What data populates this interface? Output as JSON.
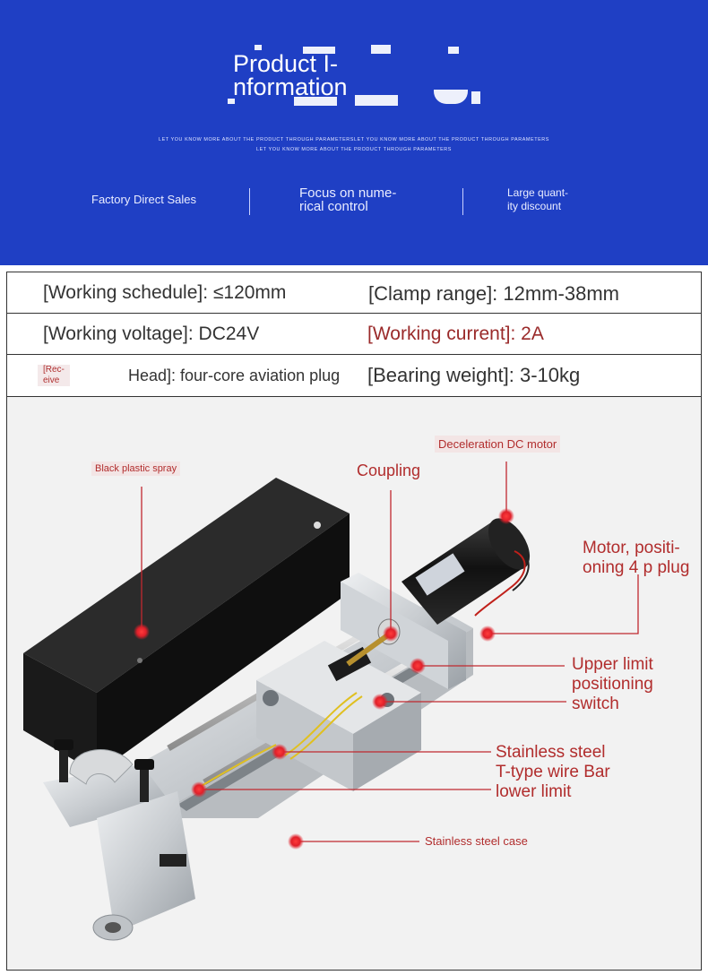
{
  "header": {
    "title_line1": "Product I-",
    "title_line2": "nformation",
    "tagline_1": "LET YOU KNOW MORE ABOUT THE PRODUCT THROUGH PARAMETERSLET YOU KNOW MORE ABOUT THE PRODUCT THROUGH PARAMETERS",
    "tagline_2": "LET YOU KNOW MORE ABOUT THE PRODUCT THROUGH PARAMETERS",
    "features": {
      "factory": "Factory Direct Sales",
      "numerical_line1": "Focus on nume-",
      "numerical_line2": "rical control",
      "discount_line1": "Large quant-",
      "discount_line2": "ity discount"
    }
  },
  "specs": {
    "working_schedule": "[Working schedule]: ≤120mm",
    "clamp_range": "[Clamp range]: 12mm-38mm",
    "working_voltage": "[Working voltage]: DC24V",
    "working_current": "[Working current]: 2A",
    "receive_line1": "[Rec-",
    "receive_line2": "eive",
    "head": "Head]: four-core aviation plug",
    "bearing_weight": "[Bearing weight]: 3-10kg"
  },
  "callouts": {
    "black_plastic_spray": "Black plastic spray",
    "coupling": "Coupling",
    "deceleration_motor": "Deceleration DC motor",
    "motor_plug_line1": "Motor, positi-",
    "motor_plug_line2": "oning 4 p plug",
    "upper_limit_line1": "Upper limit",
    "upper_limit_line2": "positioning",
    "upper_limit_line3": "switch",
    "stainless_line1": "Stainless steel",
    "stainless_line2": "T-type wire Bar",
    "stainless_line3": "lower limit",
    "stainless_case": "Stainless steel case"
  },
  "colors": {
    "header_blue": "#1f3fc4",
    "callout_red": "#b12d2d",
    "marker_red": "#e0202a"
  }
}
